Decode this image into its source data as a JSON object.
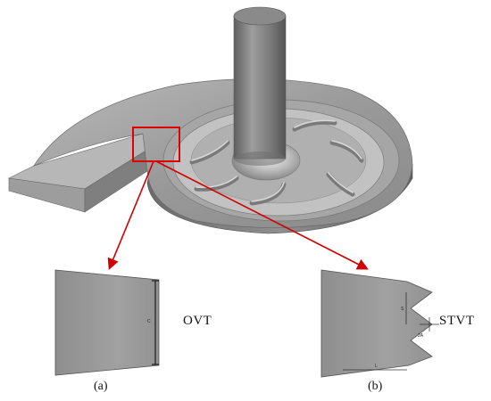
{
  "labels": {
    "ovt": "OVT",
    "stvt": "STVT",
    "caption_a": "(a)",
    "caption_b": "(b)"
  },
  "dimension_marks": {
    "ovt_height": "C",
    "stvt_pitch": "S",
    "stvt_amp": "2A",
    "stvt_length": "L"
  },
  "colors": {
    "body": "#8c8c8c",
    "highlight": "#e00000",
    "annotation": "#d00000"
  }
}
